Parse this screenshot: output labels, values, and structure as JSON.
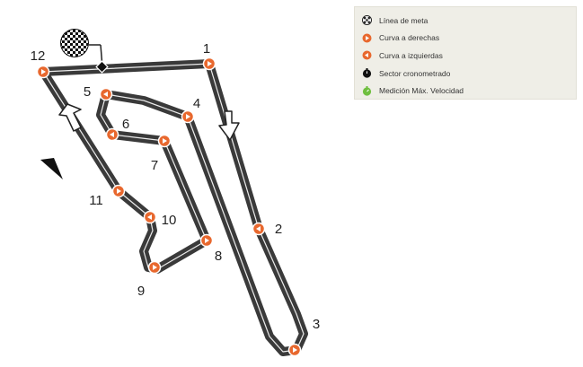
{
  "legend": {
    "items": [
      {
        "label": "Línea de meta",
        "icon": "checkered-flag-icon",
        "color": "#222222"
      },
      {
        "label": "Curva a derechas",
        "icon": "right-turn-icon",
        "color": "#e8682e"
      },
      {
        "label": "Curva a izquierdas",
        "icon": "left-turn-icon",
        "color": "#e8682e"
      },
      {
        "label": "Sector cronometrado",
        "icon": "stopwatch-icon",
        "color": "#111111"
      },
      {
        "label": "Medición Máx. Velocidad",
        "icon": "speed-trap-icon",
        "color": "#6fbf3f"
      }
    ]
  },
  "turns": [
    {
      "label": "1",
      "direction": "right"
    },
    {
      "label": "2",
      "direction": "left"
    },
    {
      "label": "3",
      "direction": "right"
    },
    {
      "label": "4",
      "direction": "right"
    },
    {
      "label": "5",
      "direction": "left"
    },
    {
      "label": "6",
      "direction": "left"
    },
    {
      "label": "7",
      "direction": "right"
    },
    {
      "label": "8",
      "direction": "right"
    },
    {
      "label": "9",
      "direction": "right"
    },
    {
      "label": "10",
      "direction": "left"
    },
    {
      "label": "11",
      "direction": "right"
    },
    {
      "label": "12",
      "direction": "right"
    }
  ],
  "colors": {
    "track": "#3a3a3a",
    "track_edge": "#ffffff",
    "turn_marker": "#e8682e",
    "legend_bg": "#efeee7"
  }
}
